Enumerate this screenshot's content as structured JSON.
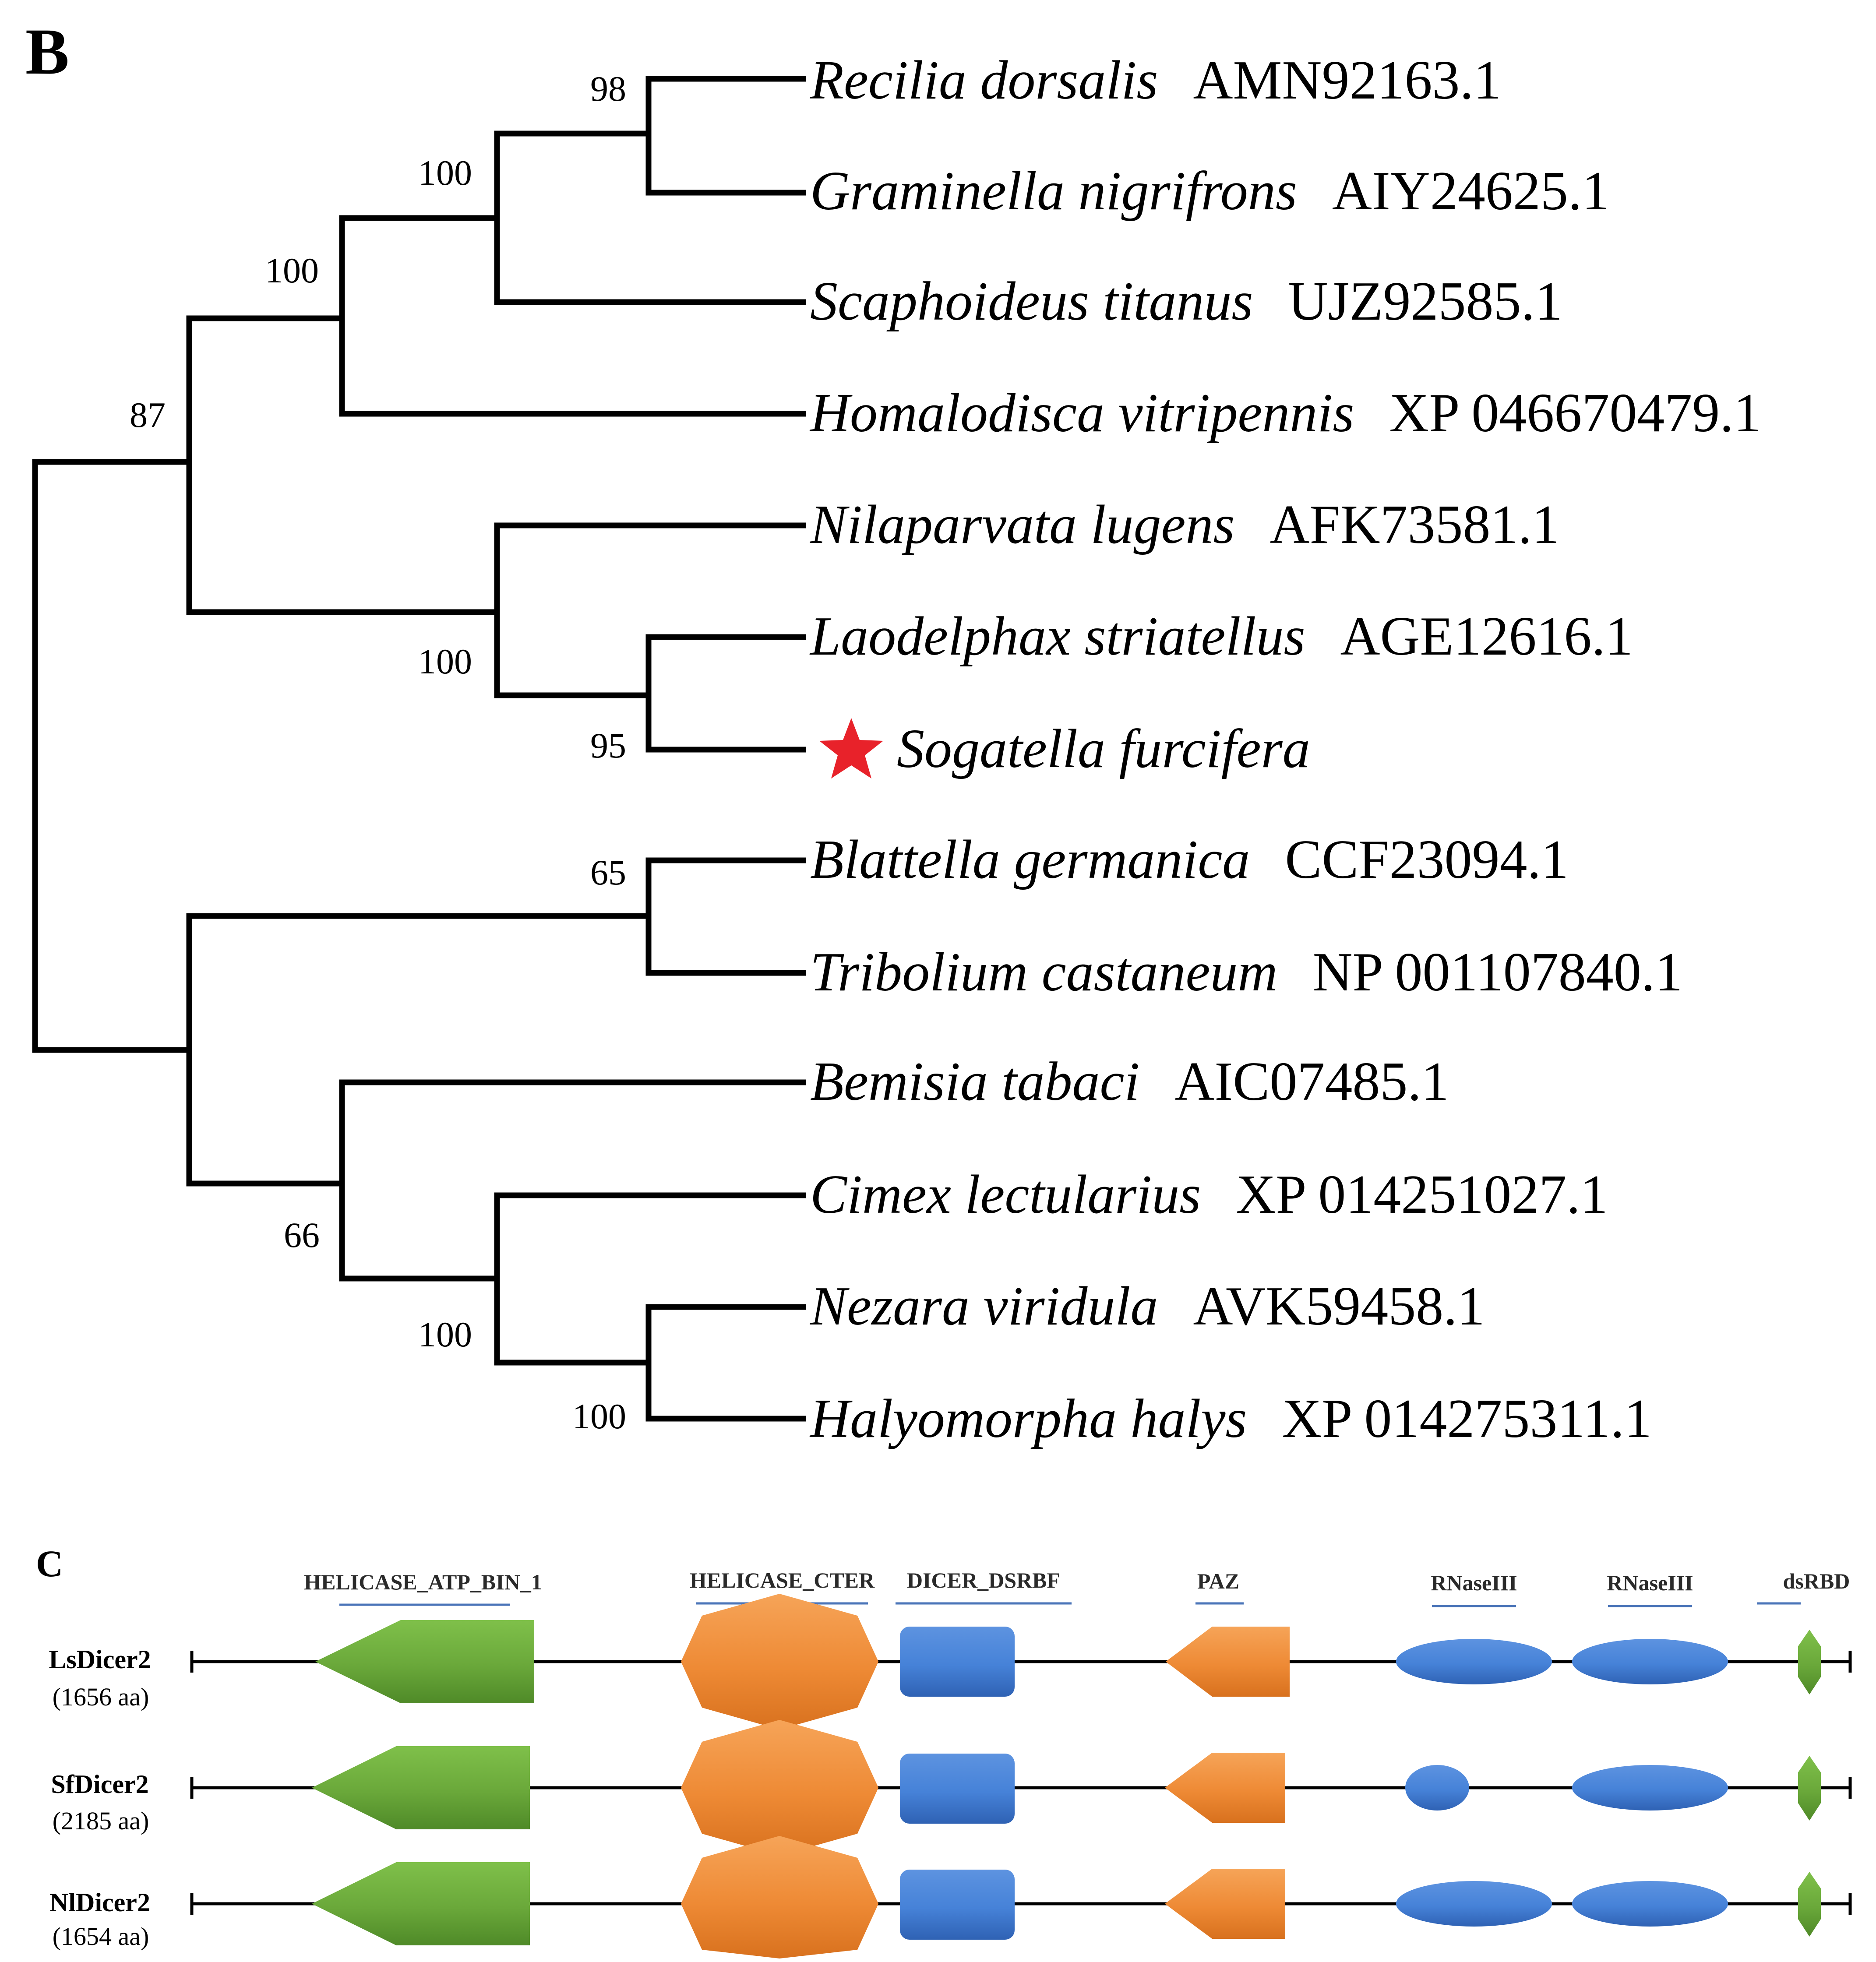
{
  "panel_b": {
    "letter": "B",
    "taxa": [
      {
        "species": "Recilia dorsalis",
        "accession": "AMN92163.1",
        "highlight": false
      },
      {
        "species": "Graminella nigrifrons",
        "accession": "AIY24625.1",
        "highlight": false
      },
      {
        "species": "Scaphoideus titanus",
        "accession": "UJZ92585.1",
        "highlight": false
      },
      {
        "species": "Homalodisca vitripennis",
        "accession": "XP 046670479.1",
        "highlight": false
      },
      {
        "species": "Nilaparvata lugens",
        "accession": "AFK73581.1",
        "highlight": false
      },
      {
        "species": "Laodelphax striatellus",
        "accession": "AGE12616.1",
        "highlight": false
      },
      {
        "species": "Sogatella furcifera",
        "accession": "",
        "highlight": true
      },
      {
        "species": "Blattella germanica",
        "accession": "CCF23094.1",
        "highlight": false
      },
      {
        "species": "Tribolium castaneum",
        "accession": "NP 001107840.1",
        "highlight": false
      },
      {
        "species": "Bemisia tabaci",
        "accession": "AIC07485.1",
        "highlight": false
      },
      {
        "species": "Cimex lectularius",
        "accession": "XP 014251027.1",
        "highlight": false
      },
      {
        "species": "Nezara viridula",
        "accession": "AVK59458.1",
        "highlight": false
      },
      {
        "species": "Halyomorpha halys",
        "accession": "XP 014275311.1",
        "highlight": false
      }
    ],
    "bootstrap": [
      "98",
      "100",
      "100",
      "87",
      "100",
      "95",
      "65",
      "66",
      "100",
      "100"
    ],
    "highlight_color": "#e8222a",
    "highlight_icon": "star-icon"
  },
  "panel_c": {
    "letter": "C",
    "domain_labels": [
      "HELICASE_ATP_BIN_1",
      "HELICASE_CTER",
      "DICER_DSRBF",
      "PAZ",
      "RNaseIII",
      "RNaseIII",
      "dsRBD"
    ],
    "proteins": [
      {
        "name": "LsDicer2",
        "length": "(1656 aa)"
      },
      {
        "name": "SfDicer2",
        "length": "(2185 aa)"
      },
      {
        "name": "NlDicer2",
        "length": "(1654 aa)"
      }
    ],
    "colors": {
      "helicase_atp": "#6aa83a",
      "helicase_cter": "#ee8a35",
      "dicer_dsrbf": "#3f78cc",
      "paz": "#ee8a35",
      "rnaseiii": "#4682d8",
      "dsrbd": "#6aa83a",
      "label_underline": "#4a74b8"
    }
  }
}
